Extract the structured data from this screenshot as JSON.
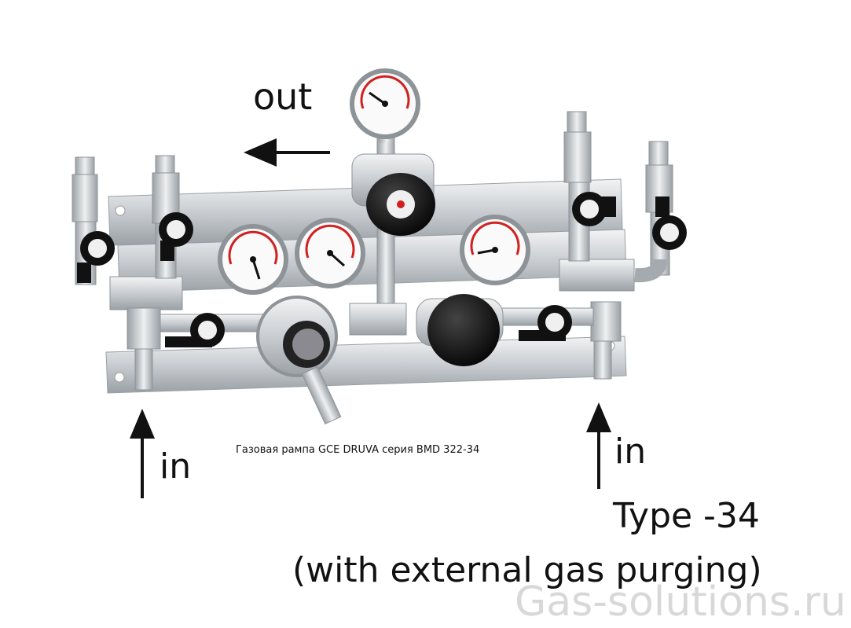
{
  "labels": {
    "out": "out",
    "in_left": "in",
    "in_right": "in",
    "caption": "Газовая рампа GCE DRUVA серия BMD 322-34",
    "type": "Type -34",
    "purging": "(with external gas purging)",
    "watermark": "Gas-solutions.ru"
  },
  "colors": {
    "steel": "#cfd3d6",
    "steel_dark": "#8e9398",
    "knob": "#111111",
    "accent_red": "#d22020",
    "accent_teal": "#1aa5a0"
  },
  "icons": [
    "arrow-left-icon",
    "arrow-up-icon",
    "pressure-gauge-icon",
    "regulator-knob-icon",
    "ball-valve-icon"
  ]
}
